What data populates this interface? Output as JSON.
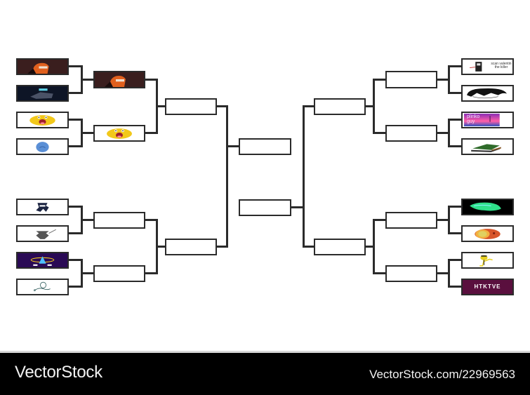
{
  "diagram": {
    "type": "tournament-bracket",
    "rounds": 4,
    "entrants_count": 16,
    "left_side": {
      "round1": [
        {
          "id": "L1",
          "image": "orange-haired-character-dark-art",
          "bg": "#3a1e1e",
          "accent": "#e0601e"
        },
        {
          "id": "L2",
          "image": "dark-blue-robot-head",
          "bg": "#0e1526",
          "accent": "#5fd4e8"
        },
        {
          "id": "L3",
          "image": "yellow-laughing-blob",
          "bg": "#ffffff",
          "accent": "#f2c81a"
        },
        {
          "id": "L4",
          "image": "blue-sad-blob",
          "bg": "#ffffff",
          "accent": "#5a8fd6"
        },
        {
          "id": "L5",
          "image": "black-white-cartoon-character",
          "bg": "#ffffff",
          "accent": "#1a2340"
        },
        {
          "id": "L6",
          "image": "grey-silhouette-character",
          "bg": "#ffffff",
          "accent": "#555555"
        },
        {
          "id": "L7",
          "image": "purple-cosmic-creature",
          "bg": "#2a0a55",
          "accent": "#4fc0ff"
        },
        {
          "id": "L8",
          "image": "line-doodle-figure",
          "bg": "#ffffff",
          "accent": "#2d5a5a"
        }
      ],
      "round2": [
        {
          "id": "L-QF1",
          "image": "orange-haired-character-dark-art",
          "bg": "#3a1e1e",
          "accent": "#e0601e"
        },
        {
          "id": "L-QF2",
          "image": "yellow-laughing-blob",
          "bg": "#ffffff",
          "accent": "#f2c81a"
        },
        {
          "id": "L-QF3",
          "image": "",
          "bg": "#ffffff",
          "accent": ""
        },
        {
          "id": "L-QF4",
          "image": "",
          "bg": "#ffffff",
          "accent": ""
        }
      ],
      "round3": [
        {
          "id": "L-SF1",
          "image": ""
        },
        {
          "id": "L-SF2",
          "image": ""
        }
      ]
    },
    "final": [
      {
        "id": "F1",
        "image": ""
      },
      {
        "id": "F2",
        "image": ""
      }
    ],
    "right_side": {
      "round1": [
        {
          "id": "R1",
          "image": "scan-valentin-the-killer",
          "bg": "#ffffff",
          "accent": "#222222",
          "caption": "scan valentin the killer"
        },
        {
          "id": "R2",
          "image": "black-haired-sketch-face",
          "bg": "#ffffff",
          "accent": "#111111"
        },
        {
          "id": "R3",
          "image": "plinko-guy-vaporwave",
          "bg": "#8a2bb5",
          "accent": "#ff5fa8",
          "caption": "plinko guy"
        },
        {
          "id": "R4",
          "image": "green-stacked-blocks",
          "bg": "#ffffff",
          "accent": "#2f6b2a"
        },
        {
          "id": "R5",
          "image": "green-glowing-creature",
          "bg": "#000000",
          "accent": "#2fe08a"
        },
        {
          "id": "R6",
          "image": "orange-red-cut-sphere",
          "bg": "#ffffff",
          "accent": "#d8552a"
        },
        {
          "id": "R7",
          "image": "yellow-dancing-character",
          "bg": "#ffffff",
          "accent": "#e8d020"
        },
        {
          "id": "R8",
          "image": "htktve-logo",
          "bg": "#5a0f3e",
          "accent": "#ffffff",
          "caption": "HTKTVE"
        }
      ],
      "round2": [
        {
          "id": "R-QF1",
          "image": ""
        },
        {
          "id": "R-QF2",
          "image": ""
        },
        {
          "id": "R-QF3",
          "image": ""
        },
        {
          "id": "R-QF4",
          "image": ""
        }
      ],
      "round3": [
        {
          "id": "R-SF1",
          "image": ""
        },
        {
          "id": "R-SF2",
          "image": ""
        }
      ]
    },
    "line_color": "#2b2b2b",
    "background": "#ffffff"
  },
  "footer": {
    "brand": "VectorStock",
    "reference": "VectorStock.com/22969563",
    "background": "#000000",
    "text_color": "#f2f2f2"
  }
}
